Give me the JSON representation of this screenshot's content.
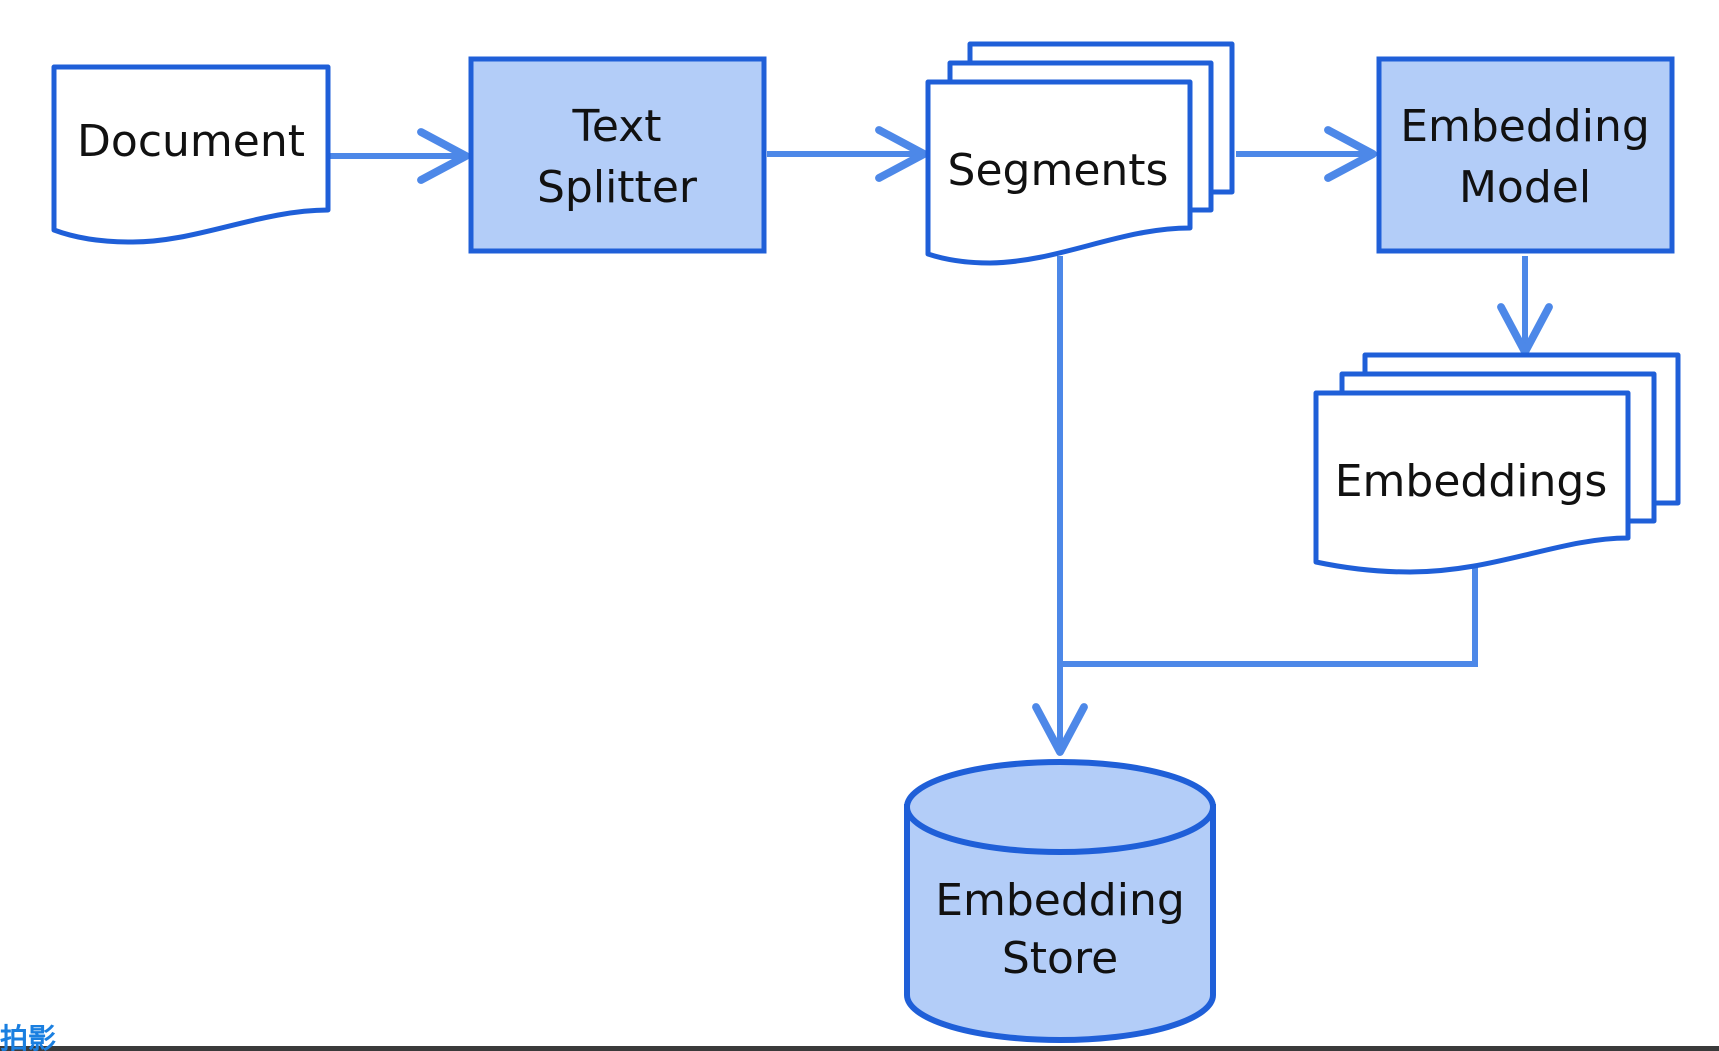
{
  "colors": {
    "stroke": "#1f5fd8",
    "fill_blue": "#b3cdf8",
    "fill_white": "#ffffff",
    "arrow": "#4d88e8",
    "text": "#111111",
    "bottom_bar": "#3a3a3a",
    "corner_mark": "#1a7fe0"
  },
  "nodes": {
    "document": {
      "label": "Document",
      "shape": "document"
    },
    "text_splitter": {
      "line1": "Text",
      "line2": "Splitter",
      "shape": "process"
    },
    "segments": {
      "label": "Segments",
      "shape": "multi-document"
    },
    "embedding_model": {
      "line1": "Embedding",
      "line2": "Model",
      "shape": "process"
    },
    "embeddings": {
      "label": "Embeddings",
      "shape": "multi-document"
    },
    "embedding_store": {
      "line1": "Embedding",
      "line2": "Store",
      "shape": "database"
    }
  },
  "edges": [
    {
      "from": "document",
      "to": "text_splitter"
    },
    {
      "from": "text_splitter",
      "to": "segments"
    },
    {
      "from": "segments",
      "to": "embedding_model"
    },
    {
      "from": "embedding_model",
      "to": "embeddings"
    },
    {
      "from": "segments",
      "to": "embedding_store"
    },
    {
      "from": "embeddings",
      "to": "embedding_store"
    }
  ],
  "corner_mark": "拍影"
}
